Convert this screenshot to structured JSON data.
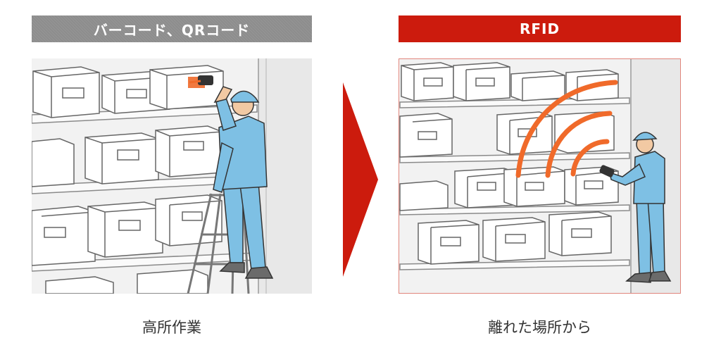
{
  "left": {
    "header": "バーコード、QRコード",
    "caption": "高所作業",
    "header_color": "#8d8d8d"
  },
  "right": {
    "header": "RFID",
    "caption": "離れた場所から",
    "header_color": "#cc1b0d"
  },
  "arrow": {
    "color": "#cc1b0d",
    "icon": "right-triangle-arrow-icon"
  },
  "colors": {
    "worker_blue": "#7ec0e4",
    "scan_beam": "#f06a2a",
    "rf_waves": "#f06a2a",
    "panel_bg": "#f2f2f2",
    "panel_border": "#e0857c"
  }
}
